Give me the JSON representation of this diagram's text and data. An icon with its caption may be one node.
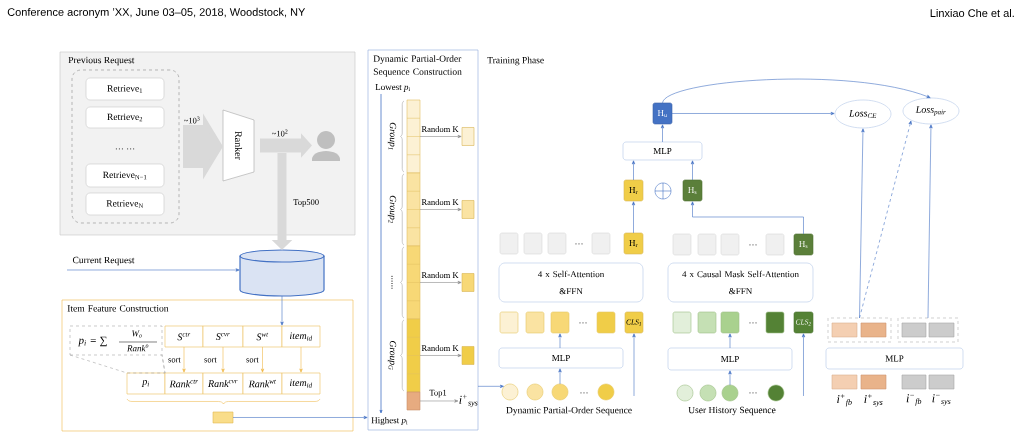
{
  "diagram": {
    "nodes": [
      {
        "text": [
          "Previous Request"
        ]
      },
      {
        "text": [],
        "shape": "box",
        "in": 0
      },
      {
        "text": [
          "Retrieve$_{1}$"
        ],
        "in": 1
      },
      {
        "text": [
          "Retrieve$_{2}$"
        ],
        "in": 1
      },
      {
        "text": [
          "Retrieve$_{N−1}$"
        ],
        "in": 1
      },
      {
        "text": [
          "Retrieve$_{N}$"
        ],
        "in": 1
      },
      {
        "text": [
          "Ranker"
        ],
        "in": 0
      },
      {
        "text": [],
        "shape": "person",
        "in": 0
      },
      {
        "text": [],
        "shape": "cylinder"
      },
      {
        "text": [
          "Current Request"
        ]
      },
      {
        "text": [
          "Item Feature Construction"
        ]
      },
      {
        "text": [
          "p$_{i}$ = ∑",
          "W$_{o}$",
          "Rank$^{o}$"
        ],
        "in": 10
      },
      {
        "text": [
          "S$^{ctr}$"
        ],
        "in": 10
      },
      {
        "text": [
          "S$^{cvr}$"
        ],
        "in": 10
      },
      {
        "text": [
          "S$^{wt}$"
        ],
        "in": 10
      },
      {
        "text": [
          "item$_{id}$"
        ],
        "in": 10
      },
      {
        "text": [
          "p$_{i}$"
        ],
        "in": 10
      },
      {
        "text": [
          "Rank$^{ctr}$"
        ],
        "in": 10
      },
      {
        "text": [
          "Rank$^{cvr}$"
        ],
        "in": 10
      },
      {
        "text": [
          "Rank$^{wt}$"
        ],
        "in": 10
      },
      {
        "text": [
          "item$_{id}$"
        ],
        "in": 10
      },
      {
        "text": [],
        "shape": "box",
        "in": 10
      },
      {
        "text": [
          "Dynamic Partial-Order Sequence Construction"
        ]
      },
      {
        "text": [
          "Group$_{1}$"
        ],
        "in": 22
      },
      {
        "text": [
          "Group$_{2}$"
        ],
        "in": 22
      },
      {
        "text": [
          "......"
        ],
        "in": 22
      },
      {
        "text": [
          "Group$_{G}$"
        ],
        "in": 22
      },
      {
        "text": [],
        "shape": "box",
        "in": 22
      },
      {
        "text": [],
        "shape": "box",
        "in": 22
      },
      {
        "text": [],
        "shape": "box",
        "in": 22
      },
      {
        "text": [],
        "shape": "box",
        "in": 22
      },
      {
        "text": [],
        "shape": "box",
        "in": 22
      },
      {
        "text": [
          "i$^{+}$$_{sys}$"
        ],
        "in": 22
      },
      {
        "text": [],
        "shape": "circle"
      },
      {
        "text": [],
        "shape": "circle"
      },
      {
        "text": [],
        "shape": "circle"
      },
      {
        "text": [],
        "shape": "circle"
      },
      {
        "text": [
          "MLP"
        ]
      },
      {
        "text": [],
        "shape": "box"
      },
      {
        "text": [],
        "shape": "box"
      },
      {
        "text": [],
        "shape": "box"
      },
      {
        "text": [],
        "shape": "box"
      },
      {
        "text": [
          "CLS$_{1}$"
        ]
      },
      {
        "text": [
          "4 x Self-Attention &FFN"
        ]
      },
      {
        "text": [],
        "shape": "box"
      },
      {
        "text": [],
        "shape": "box"
      },
      {
        "text": [],
        "shape": "box"
      },
      {
        "text": [],
        "shape": "box"
      },
      {
        "text": [
          "H$_{r}$"
        ]
      },
      {
        "text": [
          "H$_{r}$"
        ]
      },
      {
        "text": [
          "H$_{s}$"
        ]
      },
      {
        "text": [
          "MLP"
        ]
      },
      {
        "text": [
          "H$_{u}$"
        ]
      },
      {
        "text": [
          "Loss$_{CE}$"
        ]
      },
      {
        "text": [
          "Loss$_{pair}$"
        ]
      },
      {
        "text": [],
        "shape": "circle"
      },
      {
        "text": [],
        "shape": "circle"
      },
      {
        "text": [],
        "shape": "circle"
      },
      {
        "text": [],
        "shape": "circle"
      },
      {
        "text": [
          "MLP"
        ]
      },
      {
        "text": [],
        "shape": "box"
      },
      {
        "text": [],
        "shape": "box"
      },
      {
        "text": [],
        "shape": "box"
      },
      {
        "text": [],
        "shape": "box"
      },
      {
        "text": [
          "CLS$_{2}$"
        ]
      },
      {
        "text": [
          "4 x Causal Mask Self-Attention &FFN"
        ]
      },
      {
        "text": [],
        "shape": "box"
      },
      {
        "text": [],
        "shape": "box"
      },
      {
        "text": [],
        "shape": "box"
      },
      {
        "text": [],
        "shape": "box"
      },
      {
        "text": [
          "H$_{s}$"
        ]
      },
      {
        "text": [],
        "shape": "box"
      },
      {
        "text": [],
        "shape": "box",
        "in": 71
      },
      {
        "text": [],
        "shape": "box",
        "in": 71
      },
      {
        "text": [],
        "shape": "box"
      },
      {
        "text": [],
        "shape": "box",
        "in": 74
      },
      {
        "text": [],
        "shape": "box",
        "in": 74
      },
      {
        "text": [
          "MLP"
        ]
      },
      {
        "text": [],
        "shape": "box",
        "beside": [
          "i$^{+}$$_{fb}$"
        ]
      },
      {
        "text": [],
        "shape": "box",
        "beside": [
          "i$^{+}$$_{sys}$"
        ]
      },
      {
        "text": [],
        "shape": "box",
        "beside": [
          "i$^{−}$$_{fb}$"
        ]
      },
      {
        "text": [],
        "shape": "box",
        "beside": [
          "i$^{−}$$_{sys}$"
        ]
      }
    ],
    "edges": [
      {
        "from": 1,
        "to": 6,
        "arrow": "to",
        "label": "~10$^{3}$",
        "style": "thick",
        "color": "#d9d9d9"
      },
      {
        "from": 6,
        "to": 7,
        "arrow": "to",
        "label": "~10$^{2}$",
        "style": "thick",
        "color": "#d9d9d9"
      },
      {
        "from": null,
        "to": 8,
        "arrow": "to",
        "label": "Top500",
        "style": "thick",
        "color": "#d9d9d9"
      },
      {
        "from": 9,
        "to": 8,
        "arrow": "to"
      },
      {
        "from": 8,
        "to": 15,
        "arrow": "to"
      },
      {
        "from": 12,
        "to": 17,
        "arrow": "to",
        "label": "sort",
        "color": "#f0b94a"
      },
      {
        "from": 13,
        "to": 18,
        "arrow": "to",
        "label": "sort",
        "color": "#f0b94a"
      },
      {
        "from": 14,
        "to": 19,
        "arrow": "to",
        "label": "sort",
        "color": "#f0b94a"
      },
      {
        "from": 15,
        "to": 20,
        "arrow": "to",
        "color": "#f0b94a"
      },
      {
        "from": 11,
        "to": 16,
        "arrow": "none",
        "style": "dashed",
        "color": "#a6a6a6"
      },
      {
        "from": 21,
        "to": 22,
        "arrow": "to"
      },
      {
        "from": 23,
        "to": 28,
        "arrow": "to",
        "label": "Random K",
        "color": "#8c8c8c"
      },
      {
        "from": 24,
        "to": 29,
        "arrow": "to",
        "label": "Random K",
        "color": "#8c8c8c"
      },
      {
        "from": 25,
        "to": 30,
        "arrow": "to",
        "label": "Random K",
        "color": "#8c8c8c"
      },
      {
        "from": 26,
        "to": 31,
        "arrow": "to",
        "label": "Random K",
        "color": "#8c8c8c"
      },
      {
        "from": 27,
        "to": 32,
        "arrow": "to",
        "label": "Top1",
        "color": "#8c8c8c"
      },
      {
        "from": 22,
        "to": 33,
        "arrow": "to"
      },
      {
        "from": 35,
        "to": 37,
        "arrow": "to"
      },
      {
        "from": 37,
        "to": 40,
        "arrow": "to"
      },
      {
        "from": null,
        "to": 42,
        "arrow": "to"
      },
      {
        "from": 48,
        "to": 49,
        "arrow": "to"
      },
      {
        "from": 49,
        "to": 51,
        "arrow": "to"
      },
      {
        "from": 70,
        "to": 50,
        "arrow": "to"
      },
      {
        "from": 50,
        "to": 51,
        "arrow": "to"
      },
      {
        "from": 51,
        "to": 52,
        "arrow": "to"
      },
      {
        "from": 52,
        "to": 53,
        "arrow": "to"
      },
      {
        "from": 52,
        "to": 54,
        "arrow": "to"
      },
      {
        "from": 57,
        "to": 59,
        "arrow": "to"
      },
      {
        "from": 59,
        "to": 62,
        "arrow": "to"
      },
      {
        "from": null,
        "to": 64,
        "arrow": "to"
      },
      {
        "from": 71,
        "to": 53,
        "arrow": "to"
      },
      {
        "from": 71,
        "to": 54,
        "arrow": "to",
        "style": "dashed"
      },
      {
        "from": 74,
        "to": 54,
        "arrow": "to"
      }
    ],
    "labels": [
      "Conference acronym ’XX, June 03–05, 2018, Woodstock, NY",
      "Linxiao Che et al.",
      "… …",
      "Lowest *p*$_{i}$",
      "Training Phase",
      "…",
      "…",
      "…",
      "…",
      "…",
      "…",
      "Highest *p*$_{i}$",
      "Dynamic Partial-Order Sequence",
      "User History Sequence"
    ]
  }
}
